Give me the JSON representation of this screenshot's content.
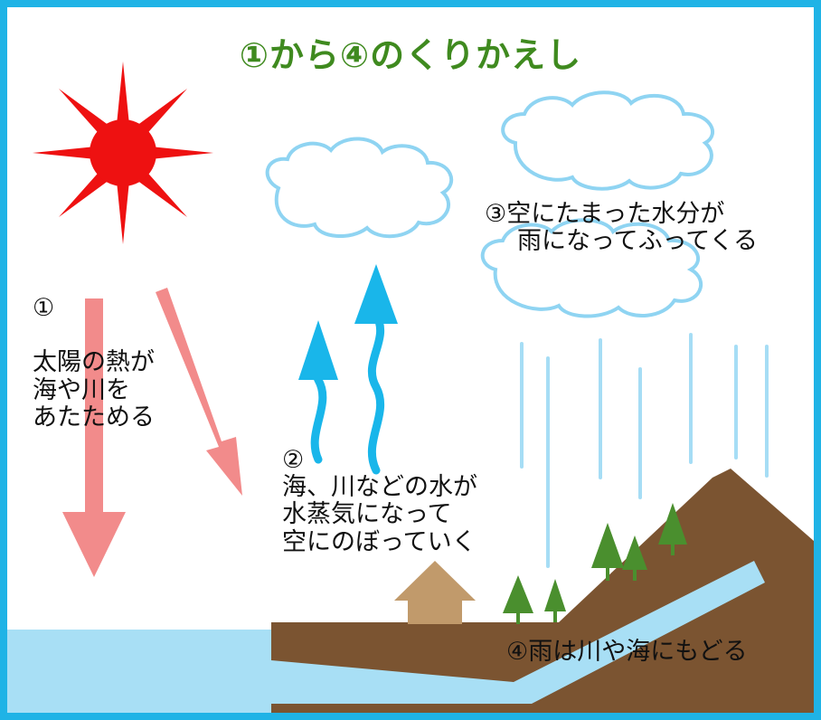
{
  "title": "①から④のくりかえし",
  "steps": [
    {
      "num": "①",
      "lines": [
        "太陽の熱が",
        "海や川を",
        "あたためる"
      ]
    },
    {
      "num": "②",
      "lines": [
        "海、川などの水が",
        "水蒸気になって",
        "空にのぼっていく"
      ]
    },
    {
      "num": "③",
      "lines": [
        "空にたまった水分が",
        "雨になってふってくる"
      ]
    },
    {
      "num": "④",
      "lines": [
        "雨は川や海にもどる"
      ]
    }
  ],
  "colors": {
    "frame": "#1fb3e6",
    "title": "#3f8a1f",
    "sun": "#ee1111",
    "heat_arrow": "#f28b8b",
    "vapor_arrow": "#19b6ea",
    "cloud_outline": "#8fd4f2",
    "rain": "#a6ddf5",
    "water": "#a8dff5",
    "ground": "#7b5431",
    "house": "#c19a6b",
    "tree": "#4a8f2e"
  }
}
